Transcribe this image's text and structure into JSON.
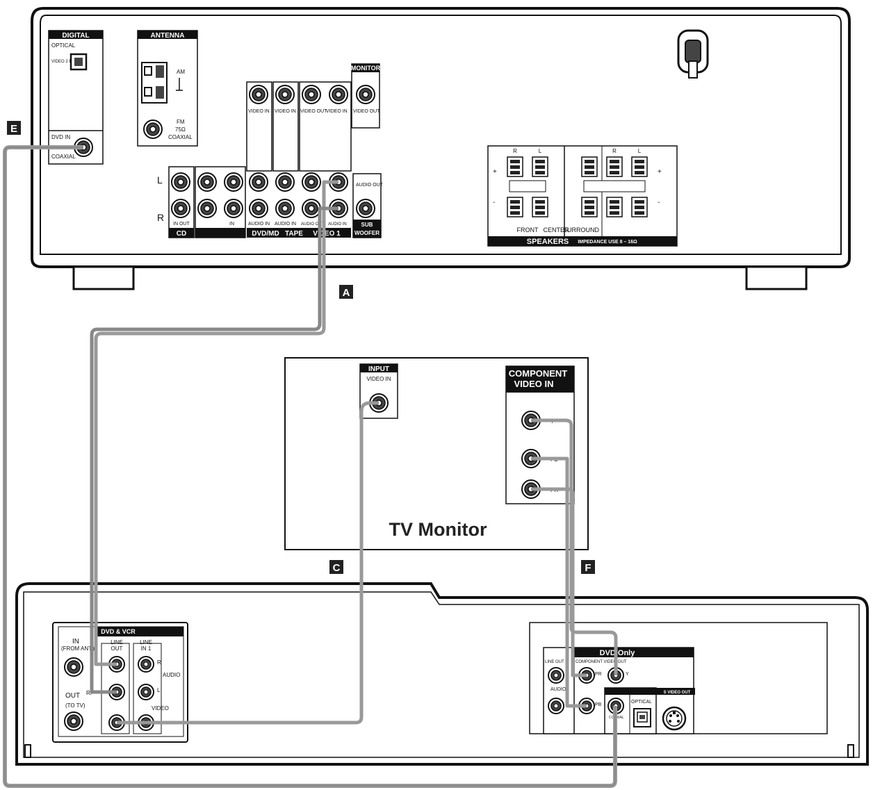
{
  "receiver": {
    "digital": {
      "header": "DIGITAL",
      "optical": "OPTICAL",
      "video2_in": "VIDEO 2 IN",
      "dvd_in": "DVD IN",
      "coaxial": "COAXIAL"
    },
    "antenna": {
      "header": "ANTENNA",
      "am": "AM",
      "fm": "FM",
      "fm_ohm": "75Ω",
      "fm_coaxial": "COAXIAL"
    },
    "monitor": {
      "header": "MONITOR",
      "video_out": "VIDEO OUT"
    },
    "video_labels": {
      "video_in_1": "VIDEO IN",
      "video_in_2": "VIDEO IN",
      "video_out": "VIDEO OUT",
      "video_in_3": "VIDEO IN"
    },
    "audio_labels": {
      "in_out": "IN OUT",
      "in": "IN",
      "audio_in_1": "AUDIO IN",
      "audio_in_2": "AUDIO IN",
      "audio_out": "AUDIO OUT",
      "audio_in_3": "AUDIO IN"
    },
    "row_l": "L",
    "row_r": "R",
    "audio_out_sub": "AUDIO OUT",
    "groups": {
      "cd": "CD",
      "dvd_md": "DVD/MD",
      "tape": "TAPE",
      "video1": "VIDEO 1",
      "sub": "SUB",
      "woofer": "WOOFER"
    },
    "speakers": {
      "header": "SPEAKERS",
      "impedance": "IMPEDANCE USE 8 – 16Ω",
      "front": "FRONT",
      "center": "CENTER",
      "surround": "SURROUND",
      "r": "R",
      "l": "L",
      "plus": "+",
      "minus": "-"
    }
  },
  "markers": {
    "a": "A",
    "c": "C",
    "e": "E",
    "f": "F"
  },
  "tv": {
    "title": "TV Monitor",
    "input_header": "INPUT",
    "video_in": "VIDEO IN",
    "component_header_1": "COMPONENT",
    "component_header_2": "VIDEO IN",
    "y": "Y",
    "pb": "PB",
    "pr": "PR"
  },
  "dvdvcr": {
    "header": "DVD & VCR",
    "in_label": "IN",
    "from_ant": "(FROM ANT.)",
    "out_label": "OUT",
    "to_tv": "(TO TV)",
    "rf": "RF",
    "line_out_1": "LINE",
    "line_out_2": "OUT",
    "line_in_1": "LINE",
    "line_in_2": "IN 1",
    "audio": "AUDIO",
    "video": "VIDEO",
    "r": "R",
    "l": "L",
    "dvd_only": "DVD Only",
    "line_out_dvd": "LINE OUT",
    "component_video_out": "COMPONENT VIDEO OUT",
    "audio_dvd": "AUDIO",
    "optical": "OPTICAL",
    "s_video_out": "S VIDEO OUT",
    "coaxial": "COAXIAL",
    "pr": "PR",
    "pb": "PB",
    "y": "Y"
  }
}
